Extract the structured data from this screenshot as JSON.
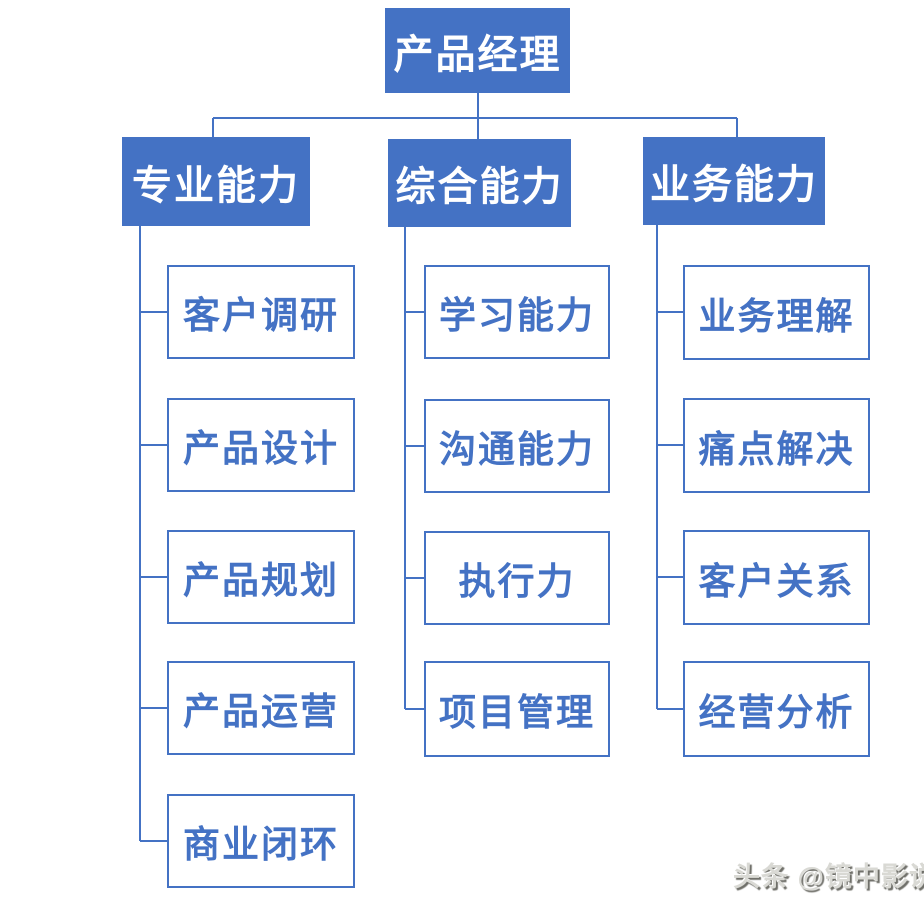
{
  "diagram": {
    "root": {
      "label": "产品经理"
    },
    "branches": [
      {
        "label": "专业能力",
        "children": [
          {
            "label": "客户调研"
          },
          {
            "label": "产品设计"
          },
          {
            "label": "产品规划"
          },
          {
            "label": "产品运营"
          },
          {
            "label": "商业闭环"
          }
        ]
      },
      {
        "label": "综合能力",
        "children": [
          {
            "label": "学习能力"
          },
          {
            "label": "沟通能力"
          },
          {
            "label": "执行力"
          },
          {
            "label": "项目管理"
          }
        ]
      },
      {
        "label": "业务能力",
        "children": [
          {
            "label": "业务理解"
          },
          {
            "label": "痛点解决"
          },
          {
            "label": "客户关系"
          },
          {
            "label": "经营分析"
          }
        ]
      }
    ]
  },
  "watermark": {
    "text": "头条 @镜中影说"
  },
  "colors": {
    "primary": "#4472C4",
    "filled_text": "#FFFFFF",
    "background": "#FFFFFF",
    "watermark_gray": "#8A8A85"
  }
}
